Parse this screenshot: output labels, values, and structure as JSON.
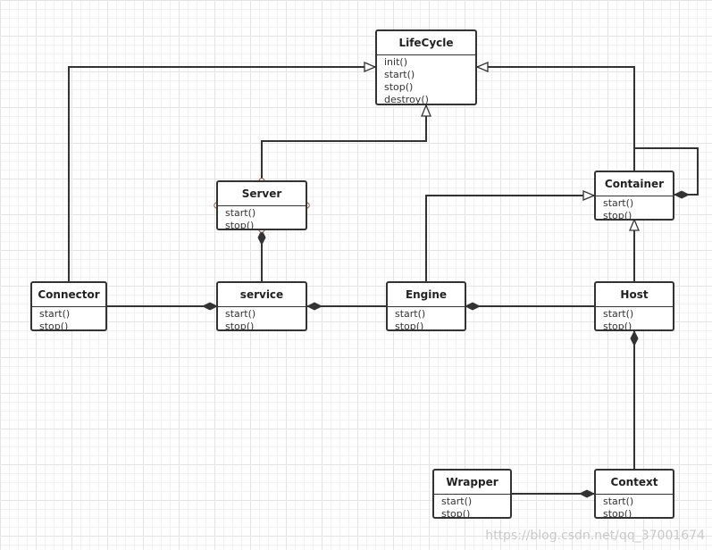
{
  "classes": {
    "lifecycle": {
      "name": "LifeCycle",
      "ops": [
        "init()",
        "start()",
        "stop()",
        "destroy()"
      ]
    },
    "server": {
      "name": "Server",
      "ops": [
        "start()",
        "stop()"
      ]
    },
    "container": {
      "name": "Container",
      "ops": [
        "start()",
        "stop()"
      ]
    },
    "connector": {
      "name": "Connector",
      "ops": [
        "start()",
        "stop()"
      ]
    },
    "service": {
      "name": "service",
      "ops": [
        "start()",
        "stop()"
      ]
    },
    "engine": {
      "name": "Engine",
      "ops": [
        "start()",
        "stop()"
      ]
    },
    "host": {
      "name": "Host",
      "ops": [
        "start()",
        "stop()"
      ]
    },
    "wrapper": {
      "name": "Wrapper",
      "ops": [
        "start()",
        "stop()"
      ]
    },
    "context": {
      "name": "Context",
      "ops": [
        "start()",
        "stop()"
      ]
    }
  },
  "watermark": "https://blog.csdn.net/qq_37001674"
}
